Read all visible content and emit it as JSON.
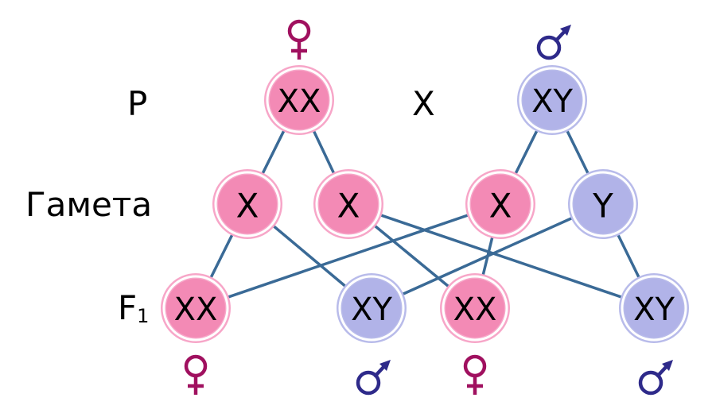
{
  "labels": {
    "parents": "P",
    "cross": "X",
    "gametes": "Гамета",
    "f1_letter": "F",
    "f1_sub": "1"
  },
  "colors": {
    "female_fill": "#f38ab5",
    "female_ring": "#f7a6c8",
    "male_fill": "#b1b3e8",
    "male_ring": "#b8bbea",
    "female_symbol": "#a0105f",
    "male_symbol": "#2e2a8a",
    "edge": "#3a6a96"
  },
  "parents": [
    {
      "id": "p-female",
      "label": "XX",
      "sex": "female",
      "symbol": "♀"
    },
    {
      "id": "p-male",
      "label": "XY",
      "sex": "male",
      "symbol": "♂"
    }
  ],
  "gametes": [
    {
      "id": "g1",
      "label": "X",
      "sex": "female"
    },
    {
      "id": "g2",
      "label": "X",
      "sex": "female"
    },
    {
      "id": "g3",
      "label": "X",
      "sex": "female"
    },
    {
      "id": "g4",
      "label": "Y",
      "sex": "male"
    }
  ],
  "offspring": [
    {
      "id": "f1",
      "label": "XX",
      "sex": "female",
      "symbol": "♀"
    },
    {
      "id": "f2",
      "label": "XY",
      "sex": "male",
      "symbol": "♂"
    },
    {
      "id": "f3",
      "label": "XX",
      "sex": "female",
      "symbol": "♀"
    },
    {
      "id": "f4",
      "label": "XY",
      "sex": "male",
      "symbol": "♂"
    }
  ],
  "connections": [
    [
      "p-female",
      "g1"
    ],
    [
      "p-female",
      "g2"
    ],
    [
      "p-male",
      "g3"
    ],
    [
      "p-male",
      "g4"
    ],
    [
      "g1",
      "f1"
    ],
    [
      "g1",
      "f2"
    ],
    [
      "g2",
      "f3"
    ],
    [
      "g2",
      "f4"
    ],
    [
      "g3",
      "f1"
    ],
    [
      "g3",
      "f3"
    ],
    [
      "g4",
      "f2"
    ],
    [
      "g4",
      "f4"
    ]
  ]
}
